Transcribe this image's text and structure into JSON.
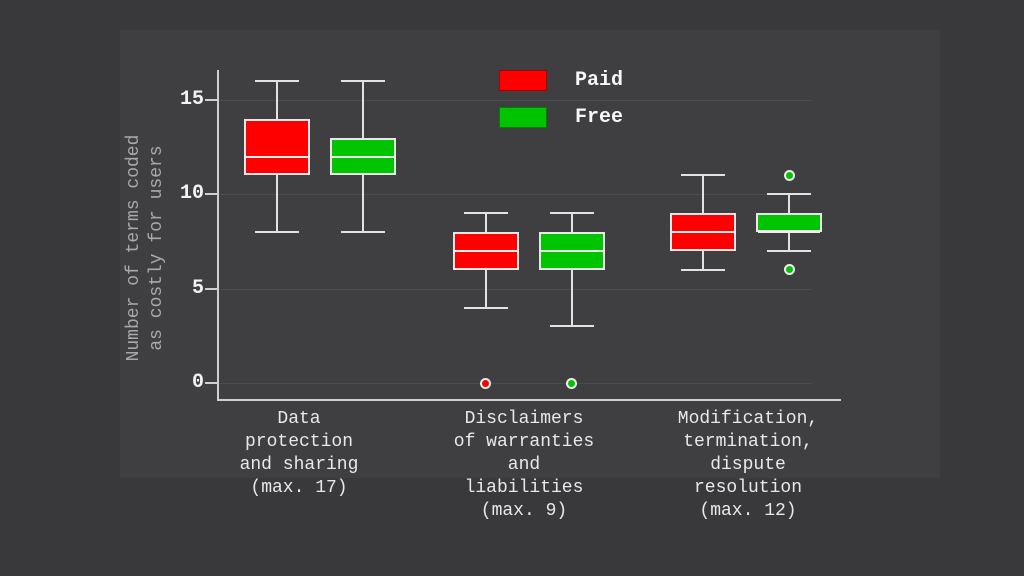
{
  "chart_data": {
    "type": "boxplot",
    "title": "",
    "ylabel_lines": [
      "Number of terms coded",
      "as costly for users"
    ],
    "yticks": [
      0,
      5,
      10,
      15
    ],
    "ylim": [
      -0.85,
      16.6
    ],
    "grid": true,
    "legend": {
      "position": "upper-center-inside",
      "entries": [
        {
          "label": "Paid",
          "color": "#ff0000"
        },
        {
          "label": "Free",
          "color": "#00c400"
        }
      ]
    },
    "categories": [
      {
        "label_lines": [
          "Data",
          "protection",
          "and sharing",
          "(max. 17)"
        ]
      },
      {
        "label_lines": [
          "Disclaimers",
          "of warranties",
          "and",
          "liabilities",
          "(max. 9)"
        ]
      },
      {
        "label_lines": [
          "Modification,",
          "termination,",
          "dispute",
          "resolution",
          "(max. 12)"
        ]
      }
    ],
    "series": [
      {
        "name": "Paid",
        "color": "#ff0000",
        "boxes": [
          {
            "whisker_low": 8,
            "q1": 11,
            "median": 12,
            "q3": 14,
            "whisker_high": 16,
            "outliers": []
          },
          {
            "whisker_low": 4,
            "q1": 6,
            "median": 7,
            "q3": 8,
            "whisker_high": 9,
            "outliers": [
              0
            ]
          },
          {
            "whisker_low": 6,
            "q1": 7,
            "median": 8,
            "q3": 9,
            "whisker_high": 11,
            "outliers": []
          }
        ]
      },
      {
        "name": "Free",
        "color": "#00c400",
        "boxes": [
          {
            "whisker_low": 8,
            "q1": 11,
            "median": 12,
            "q3": 13,
            "whisker_high": 16,
            "outliers": []
          },
          {
            "whisker_low": 3,
            "q1": 6,
            "median": 7,
            "q3": 8,
            "whisker_high": 9,
            "outliers": [
              0
            ]
          },
          {
            "whisker_low": 7,
            "q1": 8,
            "median": 8,
            "q3": 9,
            "whisker_high": 10,
            "outliers": [
              11,
              6
            ]
          }
        ]
      }
    ]
  }
}
